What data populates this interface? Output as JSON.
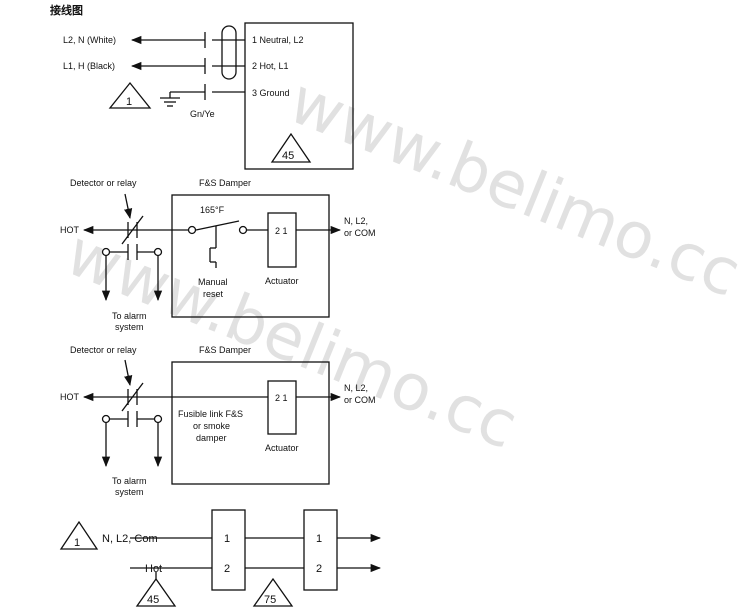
{
  "header": {
    "title": "接线图"
  },
  "watermark": {
    "text": "www.belimo.cc"
  },
  "wiring": {
    "left_labels": [
      "L2, N (White)",
      "L1, H (Black)"
    ],
    "ground_label": "Gn/Ye",
    "terminals": [
      "1 Neutral, L2",
      "2 Hot, L1",
      "3 Ground"
    ],
    "note_left": "1",
    "note_box": "45"
  },
  "fs1": {
    "detector": "Detector or relay",
    "damper_title": "F&S Damper",
    "hot": "HOT",
    "temp": "165°F",
    "manual": [
      "Manual",
      "reset"
    ],
    "actuator": "Actuator",
    "terminals": "2 1",
    "right": [
      "N, L2,",
      "or COM"
    ],
    "alarm": [
      "To alarm",
      "system"
    ]
  },
  "fs2": {
    "detector": "Detector or relay",
    "damper_title": "F&S Damper",
    "hot": "HOT",
    "fusible": [
      "Fusible link F&S",
      "or smoke",
      "damper"
    ],
    "actuator": "Actuator",
    "terminals": "2 1",
    "right": [
      "N, L2,",
      "or COM"
    ],
    "alarm": [
      "To alarm",
      "system"
    ]
  },
  "parallel": {
    "note1": "1",
    "top_label": "N, L2, Com",
    "bottom_label": "Hot",
    "note45": "45",
    "note75": "75",
    "box_terms": [
      "1",
      "2"
    ]
  }
}
